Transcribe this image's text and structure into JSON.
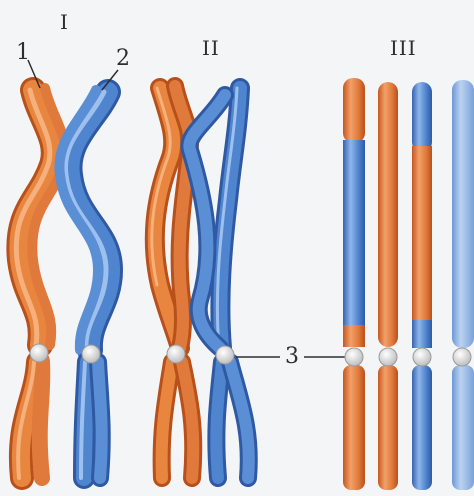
{
  "figure": {
    "stages": [
      "I",
      "II",
      "III"
    ],
    "labels": {
      "chromatid_1": "1",
      "chromatid_2": "2",
      "centromere": "3"
    }
  },
  "colors": {
    "background": "#f4f5f7",
    "orange": "#e07a3c",
    "blue": "#4f84cf",
    "centromere": "#e8e8e8",
    "text": "#2e2e2e"
  }
}
